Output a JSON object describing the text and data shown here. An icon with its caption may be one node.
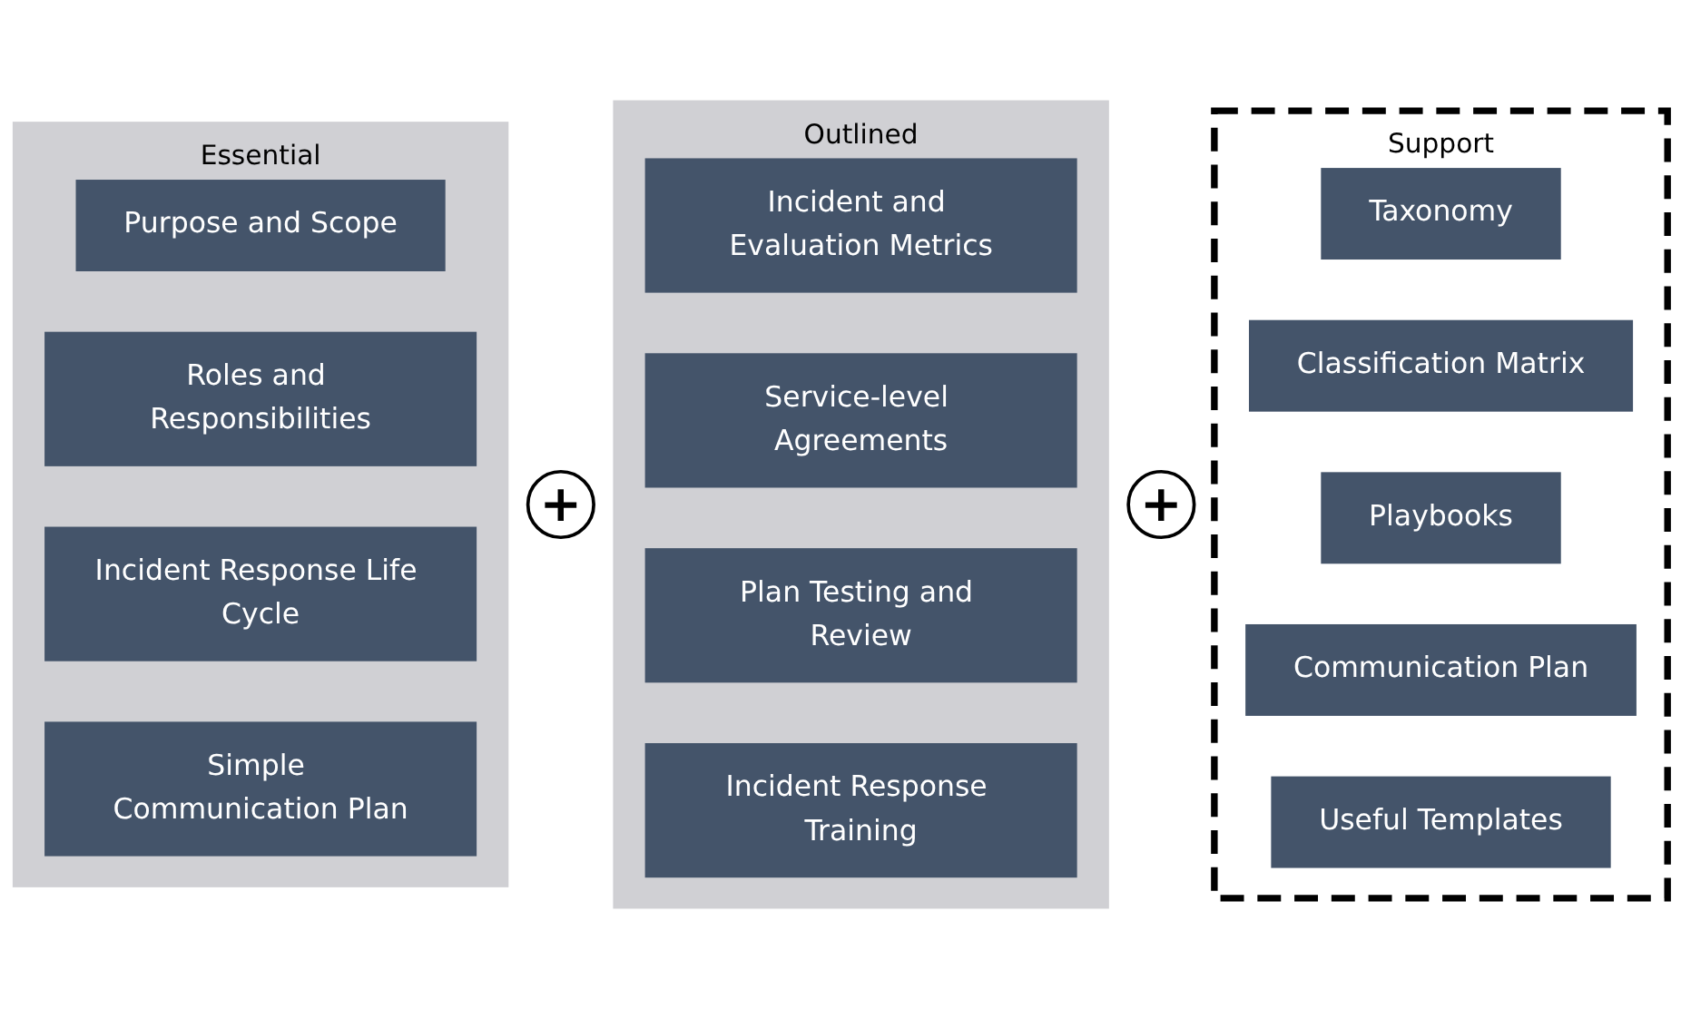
{
  "diagram": {
    "nodes": [
      {
        "text": [
          "Essential"
        ]
      },
      {
        "text": [
          "Purpose and Scope"
        ],
        "in": 0
      },
      {
        "text": [
          "Roles and Responsibilities"
        ],
        "in": 0
      },
      {
        "text": [
          "Incident Response Life Cycle"
        ],
        "in": 0
      },
      {
        "text": [
          "Simple Communication Plan"
        ],
        "in": 0
      },
      {
        "text": [
          "+"
        ]
      },
      {
        "text": [
          "Outlined"
        ]
      },
      {
        "text": [
          "Incident and Evaluation Metrics"
        ],
        "in": 6
      },
      {
        "text": [
          "Service-level Agreements"
        ],
        "in": 6
      },
      {
        "text": [
          "Plan Testing and Review"
        ],
        "in": 6
      },
      {
        "text": [
          "Incident Response Training"
        ],
        "in": 6
      },
      {
        "text": [
          "+"
        ]
      },
      {
        "text": [
          "Support"
        ]
      },
      {
        "text": [
          "Taxonomy"
        ],
        "in": 12
      },
      {
        "text": [
          "Classification Matrix"
        ],
        "in": 12
      },
      {
        "text": [
          "Playbooks"
        ],
        "in": 12
      },
      {
        "text": [
          "Communication Plan"
        ],
        "in": 12
      },
      {
        "text": [
          "Useful Templates"
        ],
        "in": 12
      }
    ]
  }
}
